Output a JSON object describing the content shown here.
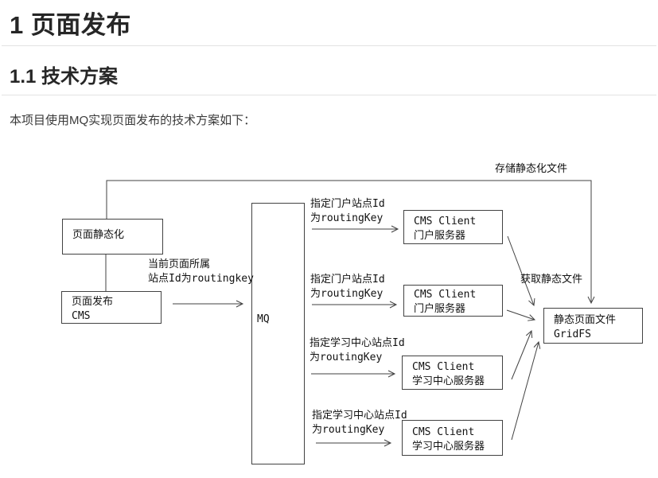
{
  "doc": {
    "h1": "1 页面发布",
    "h2": "1.1 技术方案",
    "intro": "本项目使用MQ实现页面发布的技术方案如下："
  },
  "diagram": {
    "boxes": {
      "static": {
        "line1": "页面静态化"
      },
      "publish": {
        "line1": "页面发布",
        "line2": "CMS"
      },
      "mq": {
        "label": "MQ"
      },
      "client1": {
        "line1": "CMS Client",
        "line2": "门户服务器"
      },
      "client2": {
        "line1": "CMS Client",
        "line2": "门户服务器"
      },
      "client3": {
        "line1": "CMS Client",
        "line2": "学习中心服务器"
      },
      "client4": {
        "line1": "CMS Client",
        "line2": "学习中心服务器"
      },
      "gridfs": {
        "line1": "静态页面文件",
        "line2": "GridFS"
      }
    },
    "labels": {
      "current_page": {
        "line1": "当前页面所属",
        "line2": "站点Id为routingkey"
      },
      "route1": {
        "line1": "指定门户站点Id",
        "line2": "为routingKey"
      },
      "route2": {
        "line1": "指定门户站点Id",
        "line2": "为routingKey"
      },
      "route3": {
        "line1": "指定学习中心站点Id",
        "line2": "为routingKey"
      },
      "route4": {
        "line1": "指定学习中心站点Id",
        "line2": "为routingKey"
      },
      "store": "存储静态化文件",
      "fetch": "获取静态文件"
    },
    "colors": {
      "line": "#424242",
      "text": "#111111",
      "divider": "#e3e3e3"
    }
  }
}
